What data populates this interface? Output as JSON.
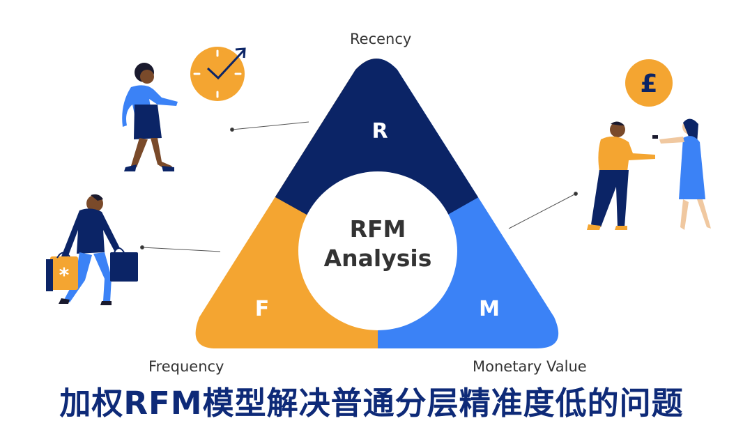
{
  "diagram": {
    "segments": [
      {
        "key": "recency",
        "letter": "R",
        "label": "Recency",
        "color": "#0b2466"
      },
      {
        "key": "frequency",
        "letter": "F",
        "label": "Frequency",
        "color": "#f4a531"
      },
      {
        "key": "monetary",
        "letter": "M",
        "label": "Monetary Value",
        "color": "#3b82f6"
      }
    ],
    "center_line1": "RFM",
    "center_line2": "Analysis",
    "currency_symbol": "£"
  },
  "caption": "加权RFM模型解决普通分层精准度低的问题"
}
